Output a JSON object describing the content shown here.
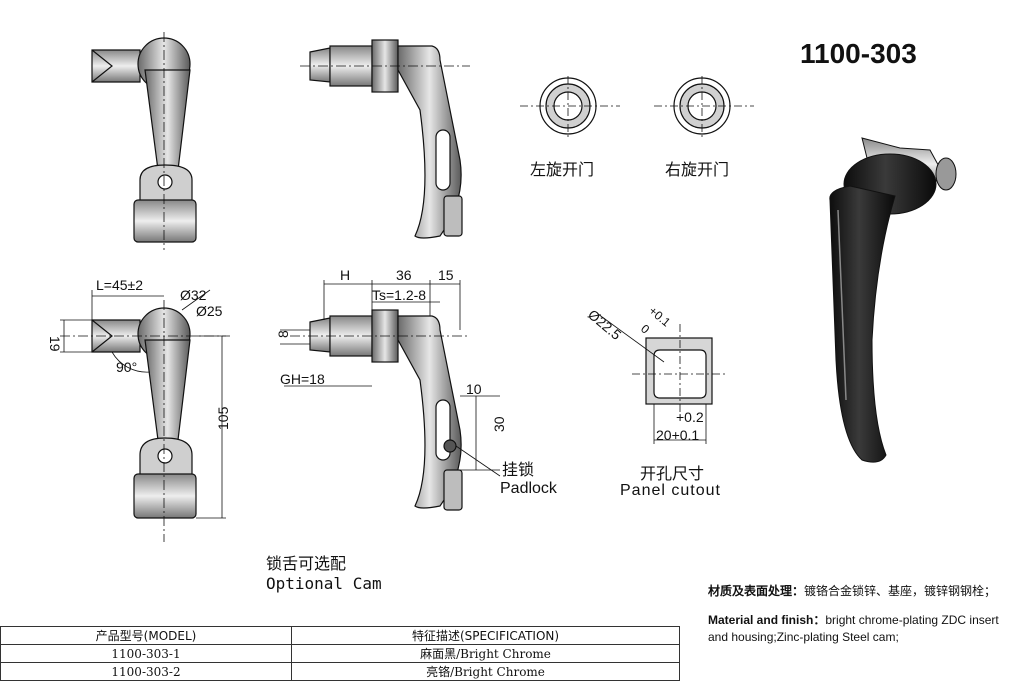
{
  "model_code": "1100-303",
  "views": {
    "left_rotation": "左旋开门",
    "right_rotation": "右旋开门",
    "padlock_cn": "挂锁",
    "padlock_en": "Padlock",
    "panel_cutout_cn": "开孔尺寸",
    "panel_cutout_en": "Panel cutout",
    "optional_cam_cn": "锁舌可选配",
    "optional_cam_en": "Optional Cam"
  },
  "dimensions": {
    "length": "L=45±2",
    "dia32": "Ø32",
    "dia25": "Ø25",
    "dim_19": "19",
    "angle_90": "90°",
    "dim_105": "105",
    "dim_h": "H",
    "dim_36": "36",
    "dim_15": "15",
    "ts": "Ts=1.2-8",
    "dim_8": "8",
    "gh": "GH=18",
    "dim_10": "10",
    "dim_30": "30",
    "cutout_dia": "Ø22.5",
    "cutout_dia_tol": "+0.1",
    "cutout_dia_tol_low": "0",
    "cutout_tol_02": "+0.2",
    "cutout_20": "20+0.1"
  },
  "material": {
    "cn_label": "材质及表面处理：",
    "cn_text": "镀铬合金锁锌、基座，镀锌钢钢栓；",
    "en_label": "Material and finish：",
    "en_text": "bright chrome-plating ZDC insert and housing;Zinc-plating Steel cam;"
  },
  "table": {
    "headers": [
      "产品型号(MODEL)",
      "特征描述(SPECIFICATION)"
    ],
    "rows": [
      {
        "model": "1100-303-1",
        "spec": "麻面黑/Bright Chrome"
      },
      {
        "model": "1100-303-2",
        "spec": "亮铬/Bright Chrome"
      }
    ]
  },
  "colors": {
    "line": "#111111",
    "metal_dark": "#4a4a4a",
    "metal_light": "#d9d9d9",
    "black_finish": "#1a1a1a"
  }
}
